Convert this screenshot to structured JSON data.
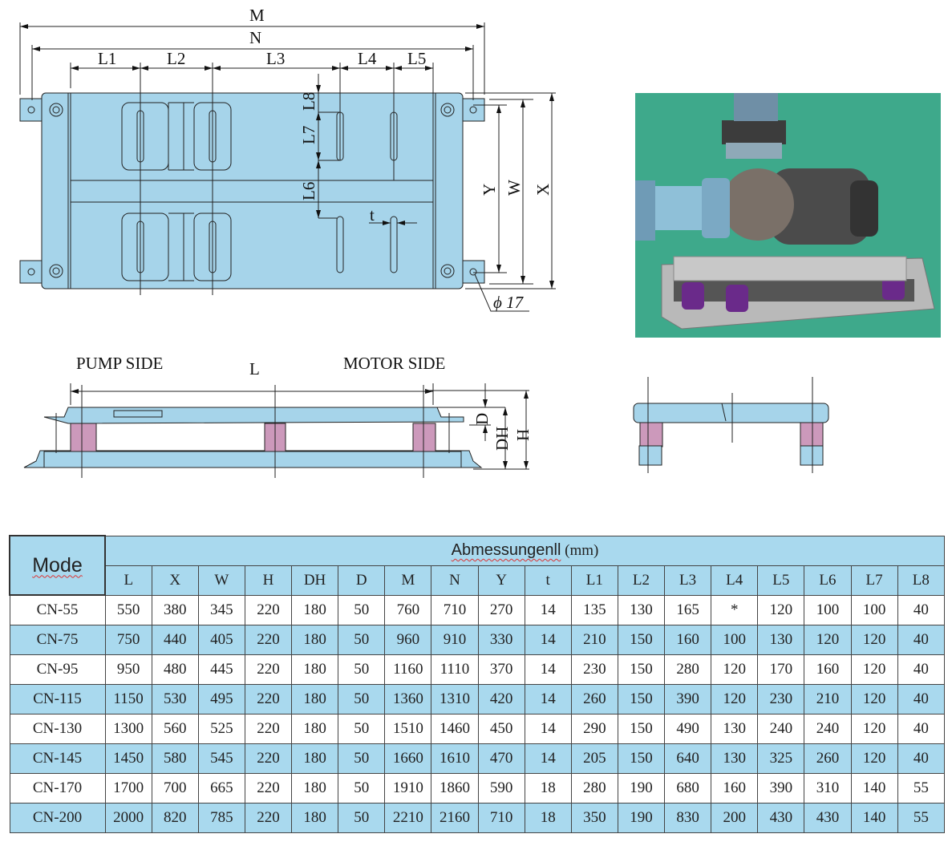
{
  "top_view": {
    "dims": {
      "M": "M",
      "N": "N",
      "L1": "L1",
      "L2": "L2",
      "L3": "L3",
      "L4": "L4",
      "L5": "L5",
      "L6": "L6",
      "L7": "L7",
      "L8": "L8",
      "Y": "Y",
      "W": "W",
      "X": "X",
      "t": "t",
      "hole": "ϕ 17"
    }
  },
  "side_view": {
    "pump_side": "PUMP SIDE",
    "motor_side": "MOTOR SIDE",
    "L": "L",
    "D": "D",
    "DH": "DH",
    "H": "H"
  },
  "colors": {
    "drawing_fill": "#a6d4ea",
    "spring": "#cc99bb",
    "photo_bg": "#3ea98b",
    "table_blue": "#a9d9ee"
  },
  "table": {
    "mode_header": "Mode",
    "group_header": "Abmessungenll",
    "unit": "(mm)",
    "columns": [
      "L",
      "X",
      "W",
      "H",
      "DH",
      "D",
      "M",
      "N",
      "Y",
      "t",
      "L1",
      "L2",
      "L3",
      "L4",
      "L5",
      "L6",
      "L7",
      "L8"
    ],
    "rows": [
      [
        "CN-55",
        "550",
        "380",
        "345",
        "220",
        "180",
        "50",
        "760",
        "710",
        "270",
        "14",
        "135",
        "130",
        "165",
        "*",
        "120",
        "100",
        "100",
        "40"
      ],
      [
        "CN-75",
        "750",
        "440",
        "405",
        "220",
        "180",
        "50",
        "960",
        "910",
        "330",
        "14",
        "210",
        "150",
        "160",
        "100",
        "130",
        "120",
        "120",
        "40"
      ],
      [
        "CN-95",
        "950",
        "480",
        "445",
        "220",
        "180",
        "50",
        "1160",
        "1110",
        "370",
        "14",
        "230",
        "150",
        "280",
        "120",
        "170",
        "160",
        "120",
        "40"
      ],
      [
        "CN-115",
        "1150",
        "530",
        "495",
        "220",
        "180",
        "50",
        "1360",
        "1310",
        "420",
        "14",
        "260",
        "150",
        "390",
        "120",
        "230",
        "210",
        "120",
        "40"
      ],
      [
        "CN-130",
        "1300",
        "560",
        "525",
        "220",
        "180",
        "50",
        "1510",
        "1460",
        "450",
        "14",
        "290",
        "150",
        "490",
        "130",
        "240",
        "240",
        "120",
        "40"
      ],
      [
        "CN-145",
        "1450",
        "580",
        "545",
        "220",
        "180",
        "50",
        "1660",
        "1610",
        "470",
        "14",
        "205",
        "150",
        "640",
        "130",
        "325",
        "260",
        "120",
        "40"
      ],
      [
        "CN-170",
        "1700",
        "700",
        "665",
        "220",
        "180",
        "50",
        "1910",
        "1860",
        "590",
        "18",
        "280",
        "190",
        "680",
        "160",
        "390",
        "310",
        "140",
        "55"
      ],
      [
        "CN-200",
        "2000",
        "820",
        "785",
        "220",
        "180",
        "50",
        "2210",
        "2160",
        "710",
        "18",
        "350",
        "190",
        "830",
        "200",
        "430",
        "430",
        "140",
        "55"
      ]
    ]
  }
}
